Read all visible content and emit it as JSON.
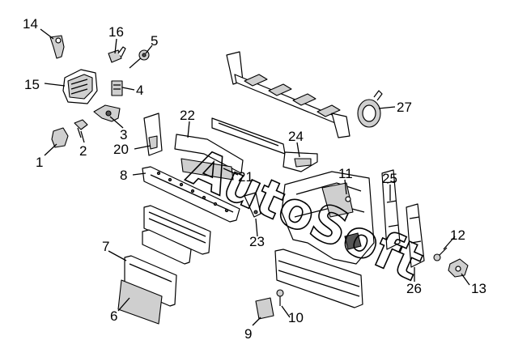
{
  "watermark": "AutoSoft",
  "callouts": [
    {
      "id": "1",
      "label": "1"
    },
    {
      "id": "2",
      "label": "2"
    },
    {
      "id": "3",
      "label": "3"
    },
    {
      "id": "4",
      "label": "4"
    },
    {
      "id": "5",
      "label": "5"
    },
    {
      "id": "6",
      "label": "6"
    },
    {
      "id": "7",
      "label": "7"
    },
    {
      "id": "8",
      "label": "8"
    },
    {
      "id": "9",
      "label": "9"
    },
    {
      "id": "10",
      "label": "10"
    },
    {
      "id": "11",
      "label": "11"
    },
    {
      "id": "12",
      "label": "12"
    },
    {
      "id": "13",
      "label": "13"
    },
    {
      "id": "14",
      "label": "14"
    },
    {
      "id": "15",
      "label": "15"
    },
    {
      "id": "16",
      "label": "16"
    },
    {
      "id": "20",
      "label": "20"
    },
    {
      "id": "21",
      "label": "21"
    },
    {
      "id": "22",
      "label": "22"
    },
    {
      "id": "23",
      "label": "23"
    },
    {
      "id": "24",
      "label": "24"
    },
    {
      "id": "25",
      "label": "25"
    },
    {
      "id": "26",
      "label": "26"
    },
    {
      "id": "27",
      "label": "27"
    }
  ]
}
